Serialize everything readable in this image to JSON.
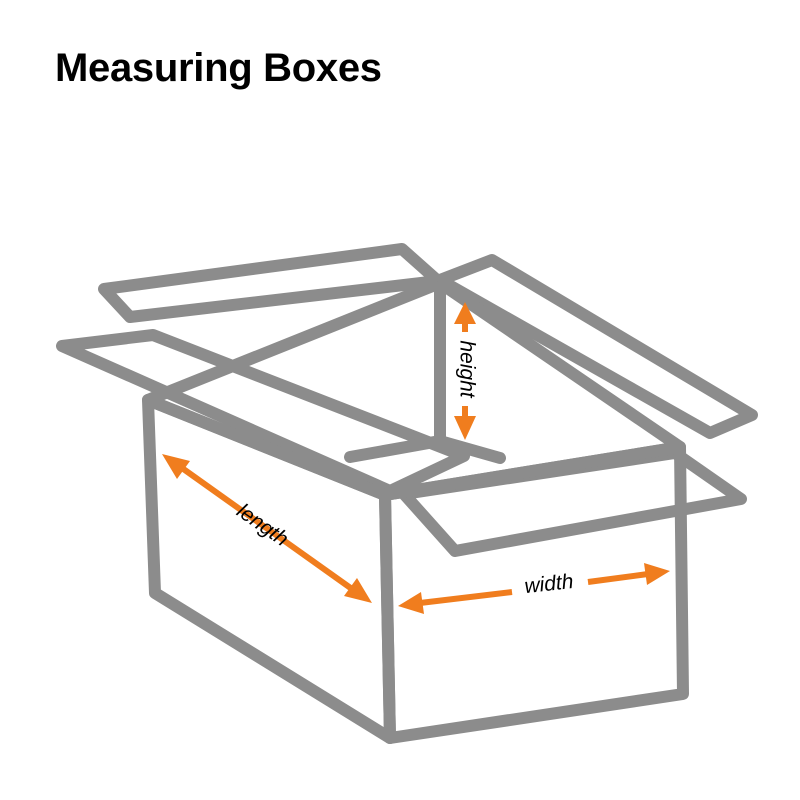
{
  "title": "Measuring Boxes",
  "labels": {
    "length": "length",
    "width": "width",
    "height": "height"
  },
  "colors": {
    "outline": "#8c8c8c",
    "arrow": "#f07d1e",
    "text": "#000000"
  }
}
